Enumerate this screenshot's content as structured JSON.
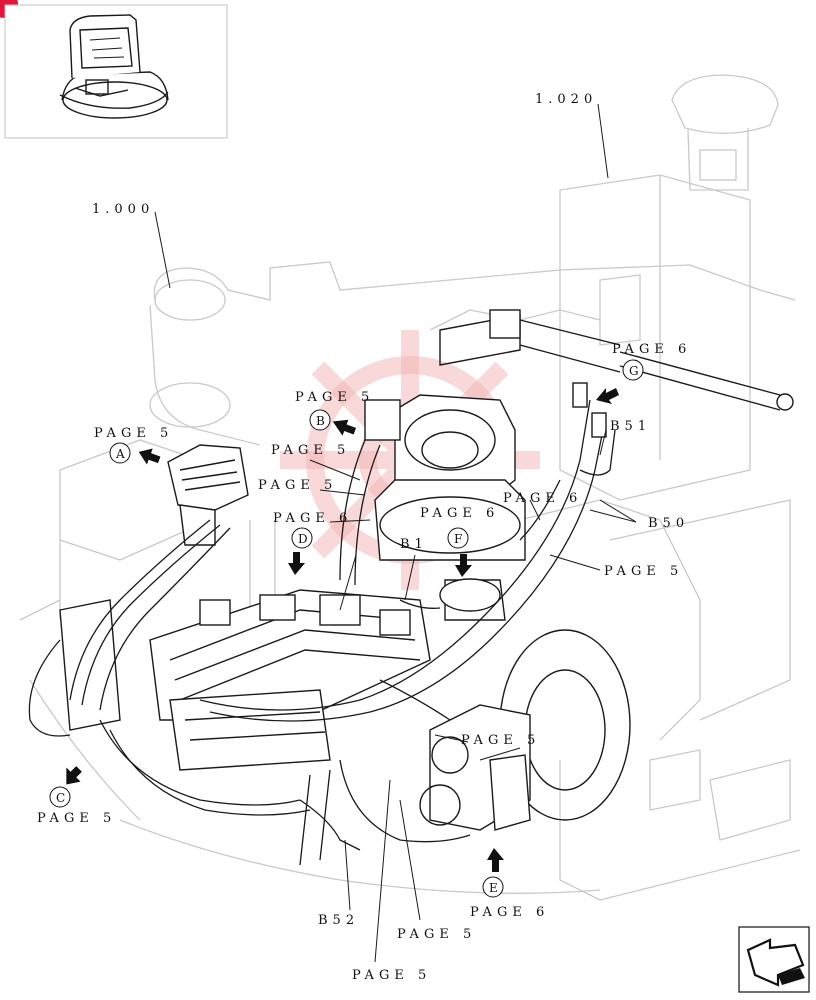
{
  "refs": {
    "ref_1000": "1.000",
    "ref_1020": "1.020"
  },
  "callouts": [
    {
      "id": "A",
      "page": "PAGE 5"
    },
    {
      "id": "B",
      "page": "PAGE 5"
    },
    {
      "id": "C",
      "page": "PAGE 5"
    },
    {
      "id": "D",
      "page": "PAGE 6"
    },
    {
      "id": "E",
      "page": "PAGE 6"
    },
    {
      "id": "F",
      "page": "PAGE 6"
    },
    {
      "id": "G",
      "page": "PAGE 6"
    }
  ],
  "page_labels": {
    "p_b5": "PAGE 5",
    "p_mid1": "PAGE 5",
    "p_mid2": "PAGE 6",
    "p_f": "PAGE 5",
    "p_motor": "PAGE 5",
    "p_bottom1": "PAGE 5",
    "p_bottom2": "PAGE 5"
  },
  "part_codes": {
    "b1": "B1",
    "b50": "B50",
    "b51": "B51",
    "b52": "B52"
  },
  "icons": {
    "corner_badge": "red-corner-marker",
    "thumbnail": "machine-thumbnail",
    "nav": "navigation-arrow-icon",
    "watermark": "gear-watermark"
  },
  "colors": {
    "ink": "#1a1a1a",
    "ghost": "#c9c9c9",
    "badge": "#e0163a",
    "watermark": "#f2b8b8"
  }
}
